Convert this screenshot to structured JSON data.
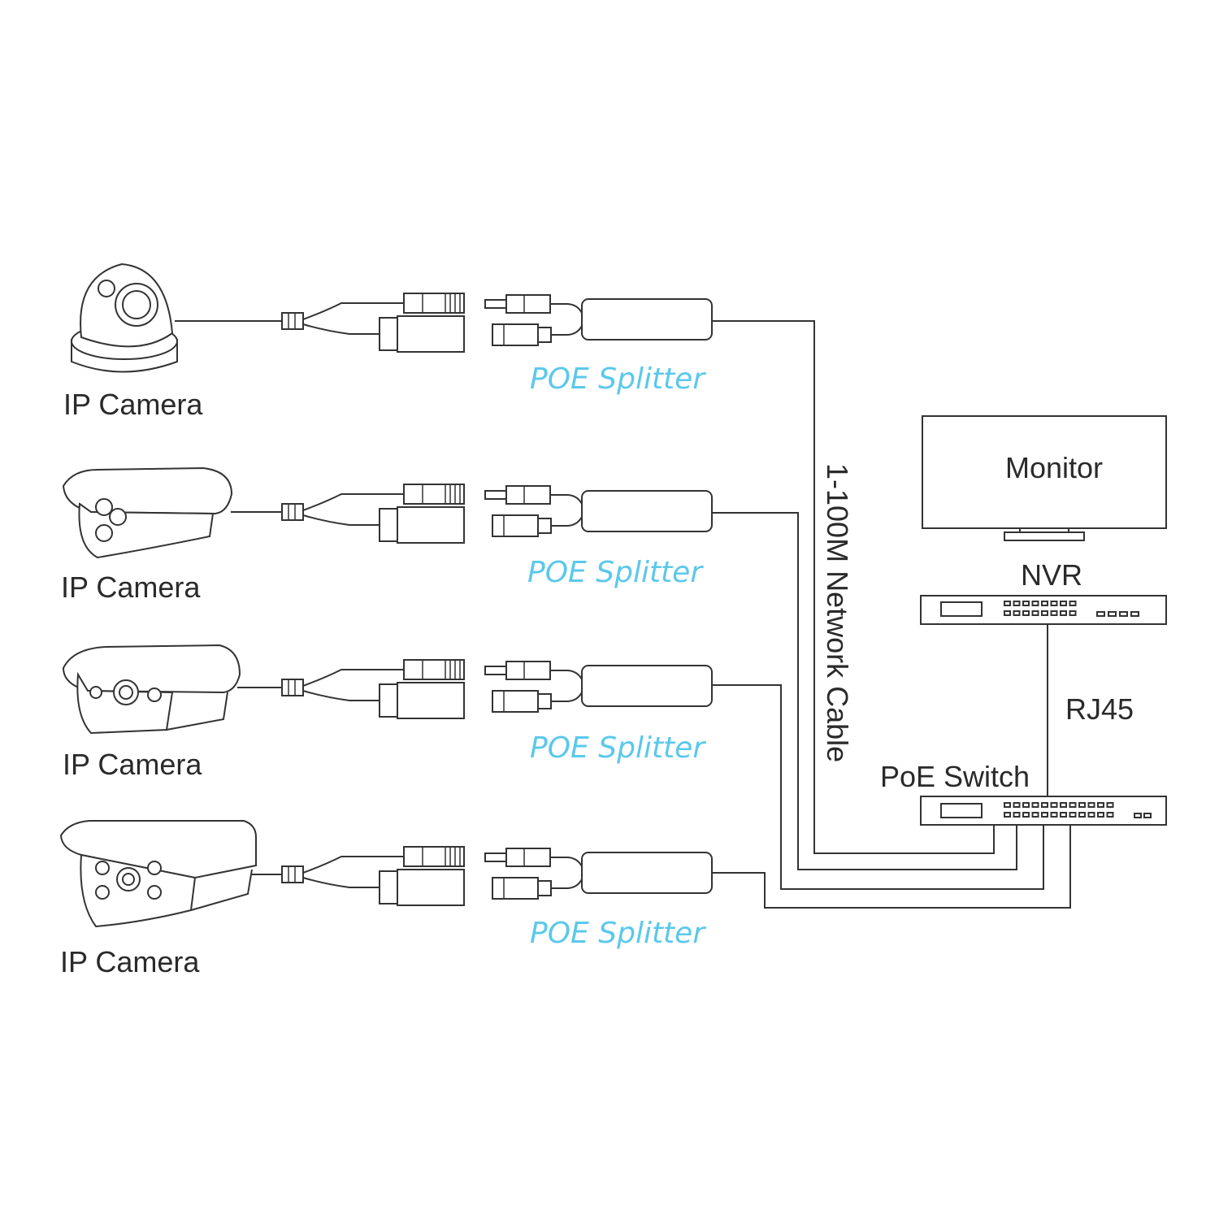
{
  "colors": {
    "splitter_label": "#5bc8ec",
    "line": "#333333",
    "text": "#2a2a2a"
  },
  "cameras": [
    {
      "label": "IP Camera",
      "icon": "dome-camera-icon"
    },
    {
      "label": "IP Camera",
      "icon": "bullet-camera-icon"
    },
    {
      "label": "IP Camera",
      "icon": "bullet-camera-icon"
    },
    {
      "label": "IP Camera",
      "icon": "bullet-camera-icon"
    }
  ],
  "splitters": [
    {
      "label": "POE Splitter"
    },
    {
      "label": "POE Splitter"
    },
    {
      "label": "POE Splitter"
    },
    {
      "label": "POE Splitter"
    }
  ],
  "cable_label": "1-100M Network Cable",
  "monitor_label": "Monitor",
  "nvr_label": "NVR",
  "rj45_label": "RJ45",
  "switch_label": "PoE Switch"
}
